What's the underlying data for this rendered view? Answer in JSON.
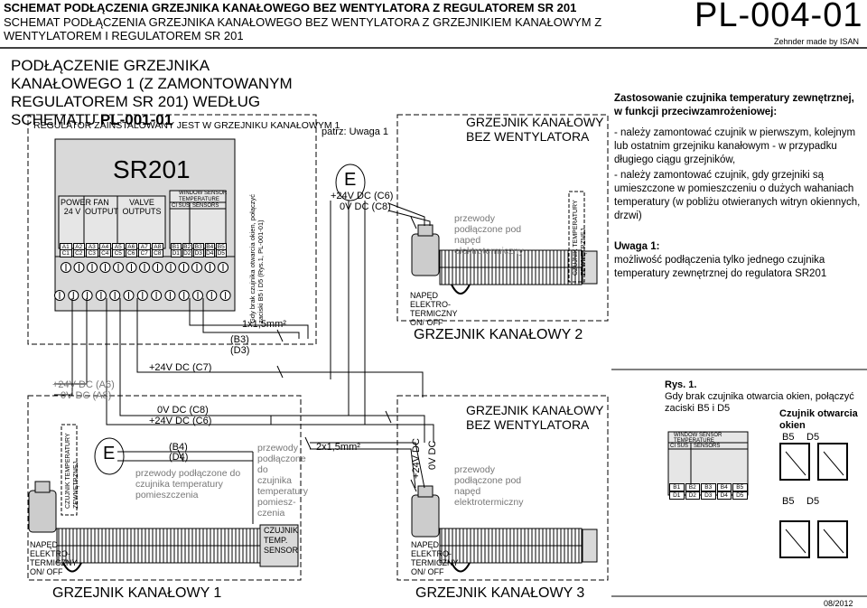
{
  "header": {
    "title_bold": "SCHEMAT PODŁĄCZENIA GRZEJNIKA KANAŁOWEGO BEZ WENTYLATORA Z REGULATOREM SR 201",
    "title_line2": "SCHEMAT PODŁĄCZENIA GRZEJNIKA KANAŁOWEGO BEZ WENTYLATORA Z GRZEJNIKIEM KANAŁOWYM Z",
    "title_line3": "WENTYLATOREM I REGULATOREM SR 201",
    "code": "PL-004-01",
    "made_by": "Zehnder made by ISAN"
  },
  "section": {
    "heading_pre": "PODŁĄCZENIE GRZEJNIKA KANAŁOWEGO 1 (Z ZAMONTOWANYM REGULATOREM SR 201) WEDŁUG SCHEMATU ",
    "heading_ref": "PL-001-01"
  },
  "regulator": {
    "caption": "REGULATOR ZAINSTALOWANY JEST W GRZEJNIKU KANAŁOWYM 1",
    "model": "SR201",
    "groups": [
      "POWER\n24 V",
      "FAN\nOUTPUT",
      "VALVE\nOUTPUTS"
    ],
    "window_sensor": "WINDOW SENSOR",
    "temperature": "TEMPERATURE",
    "ci_sus": "CI SUS",
    "sensors": "SENSORS",
    "term_a": [
      "A1",
      "A2",
      "A3",
      "A4",
      "A5",
      "A6",
      "A7",
      "A8"
    ],
    "term_c": [
      "C1",
      "C2",
      "C3",
      "C4",
      "C5",
      "C6",
      "C7",
      "C8"
    ],
    "term_b": [
      "B1",
      "B2",
      "B3",
      "B4",
      "B5"
    ],
    "term_d": [
      "D1",
      "D2",
      "D3",
      "D4",
      "D5"
    ],
    "side_note": "Gdy brak czujnika otwarcia okien, połączyć zaciski B5 i D5 (Rys.1, PL-001-01)"
  },
  "labels": {
    "patrz": "patrz: Uwaga 1",
    "e_symbol": "E",
    "plus24_c6": "+24V DC (C6)",
    "zero_c8": "0V DC (C8)",
    "plus24_c7": "+24V DC (C7)",
    "wire_1x15": "1x1,5mm²",
    "b3": "(B3)",
    "d3": "(D3)",
    "plus24_a6": "+24V DC (A6)",
    "zero_a8": "0V DC (A8)",
    "zero_c8b": "0V DC (C8)",
    "plus24_c6b": "+24V DC (C6)",
    "b4": "(B4)",
    "d4": "(D4)",
    "wire_2x15": "2x1,5mm²",
    "plus24_v": "+24V DC",
    "zero_v": "0V DC"
  },
  "notes": {
    "sensor_conn_1": "przewody podłączone do czujnika temperatury pomieszczenia",
    "sensor_conn_2": "przewody podłączone do czujnika temperatury pomiesz-czenia",
    "valve_conn": "przewody podłączone pod napęd elektrotermiczny",
    "czujnik_temp": "CZUJNIK TEMPERATURY ZEWNĘTRZNEJ",
    "czujnik_box": "CZUJNIK TEMP. SENSOR",
    "naped": "NAPĘD ELEKTRO-TERMICZNY ON/ OFF"
  },
  "heaters": {
    "h1": "GRZEJNIK KANAŁOWY 1",
    "h2": "GRZEJNIK KANAŁOWY 2",
    "h3": "GRZEJNIK KANAŁOWY 3",
    "no_fan_top": "GRZEJNIK KANAŁOWY BEZ WENTYLATORA",
    "no_fan_bottom": "GRZEJNIK KANAŁOWY BEZ WENTYLATORA"
  },
  "right": {
    "app_title": "Zastosowanie czujnika temperatury zewnętrznej, w funkcji przeciwzamrożeniowej:",
    "bullet1": "- należy zamontować czujnik w pierwszym, kolejnym lub ostatnim grzejniku kanałowym - w przypadku długiego ciągu grzejników,",
    "bullet2": "- należy zamontować czujnik, gdy grzejniki są umieszczone w pomieszczeniu o dużych wahaniach temperatury (w pobliżu otwieranych witryn okiennych, drzwi)",
    "uwaga_title": "Uwaga 1:",
    "uwaga_text": "możliwość podłączenia tylko jednego czujnika temperatury zewnętrznej do regulatora SR201",
    "rys_title": "Rys. 1.",
    "rys_text": "Gdy brak czujnika otwarcia okien, połączyć zaciski B5 i D5",
    "window_sensor_title": "Czujnik otwarcia okien",
    "b5": "B5",
    "d5": "D5"
  },
  "footer": {
    "date": "08/2012"
  }
}
